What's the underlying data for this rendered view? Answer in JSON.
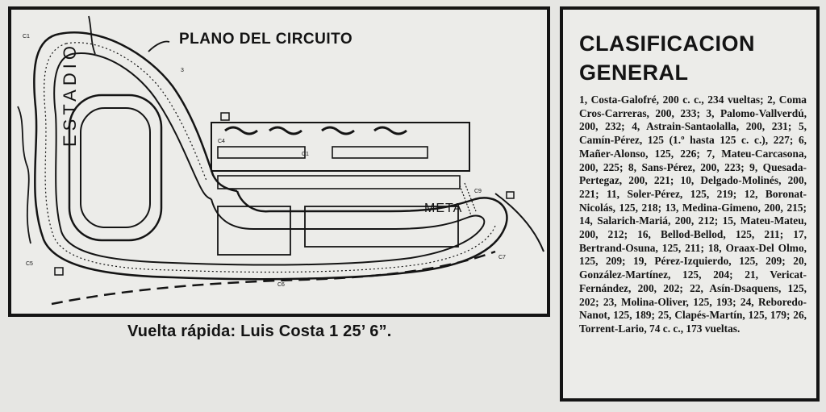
{
  "map": {
    "title": "PLANO DEL CIRCUITO",
    "estadio_label": "ESTADIO",
    "meta_label": "META",
    "marker_labels": [
      "C1",
      "3",
      "C1",
      "C5",
      "C6",
      "C7",
      "C9",
      "C4"
    ]
  },
  "caption": "Vuelta rápida: Luis Costa 1 25’ 6”.",
  "classification": {
    "title_line1": "CLASIFICACION",
    "title_line2": "GENERAL",
    "body": "1, Costa-Galofré, 200 c. c., 234 vueltas; 2, Coma Cros-Carreras, 200, 233; 3, Palomo-Vallverdú, 200, 232; 4, Astrain-Santaolalla, 200, 231; 5, Camín-Pérez, 125 (1.º hasta 125 c. c.), 227; 6, Mañer-Alonso, 125, 226; 7, Mateu-Carcasona, 200, 225; 8, Sans-Pérez, 200, 223; 9, Quesada-Pertegaz, 200, 221; 10, Delgado-Molinés, 200, 221; 11, Soler-Pérez, 125, 219; 12, Boronat-Nicolás, 125, 218; 13, Medina-Gimeno, 200, 215; 14, Salarich-Mariá, 200, 212; 15, Mateu-Mateu, 200, 212; 16, Bellod-Bellod, 125, 211; 17, Bertrand-Osuna, 125, 211; 18, Oraax-Del Olmo, 125, 209; 19, Pérez-Izquierdo, 125, 209; 20, González-Martínez, 125, 204; 21, Vericat-Fernández, 200, 202; 22, Asín-Dsaquens, 125, 202; 23, Molina-Oliver, 125, 193; 24, Reboredo-Nanot, 125, 189; 25, Clapés-Martín, 125, 179; 26, Torrent-Lario, 74 c. c., 173 vueltas."
  }
}
